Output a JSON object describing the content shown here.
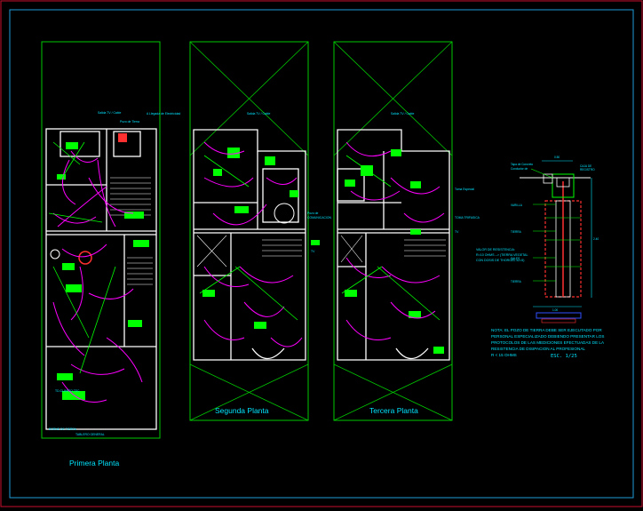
{
  "colors": {
    "background": "#000000",
    "frame_outer": "#c8102e",
    "frame_inner": "#1e9bd7",
    "walls": "#ffffff",
    "sheet": "#00c800",
    "wiring": "#ff00ff",
    "fixtures": "#00ff00",
    "labels": "#00e5ff",
    "notes": "#ffff00",
    "grounding": "#ff3030"
  },
  "plans": {
    "first": {
      "title": "Primera Planta"
    },
    "second": {
      "title": "Segunda Planta"
    },
    "third": {
      "title": "Tercera Planta"
    }
  },
  "detail": {
    "note_lines": [
      "NOTA: EL POZO DE TIERRA DEBE SER EJECUTADO POR",
      "PERSONAL ESPECIALIZADO DEBIENDO PRESENTAR LOS",
      "PROTOCOLOS DE LAS MEDICIONES EFECTUADAS DE LA",
      "RESISTENCIA DE DISIPACION AL PROFESIONAL",
      "R < 15 OHMS"
    ],
    "scale_label": "ESC. 1/25",
    "resistance_lines": [
      "VALOR DE RESISTENCIA:",
      "R=10 OHMS --> (TIERRA VEGETAL",
      "CON DOSIS DE THORGEL x2=5)"
    ]
  }
}
